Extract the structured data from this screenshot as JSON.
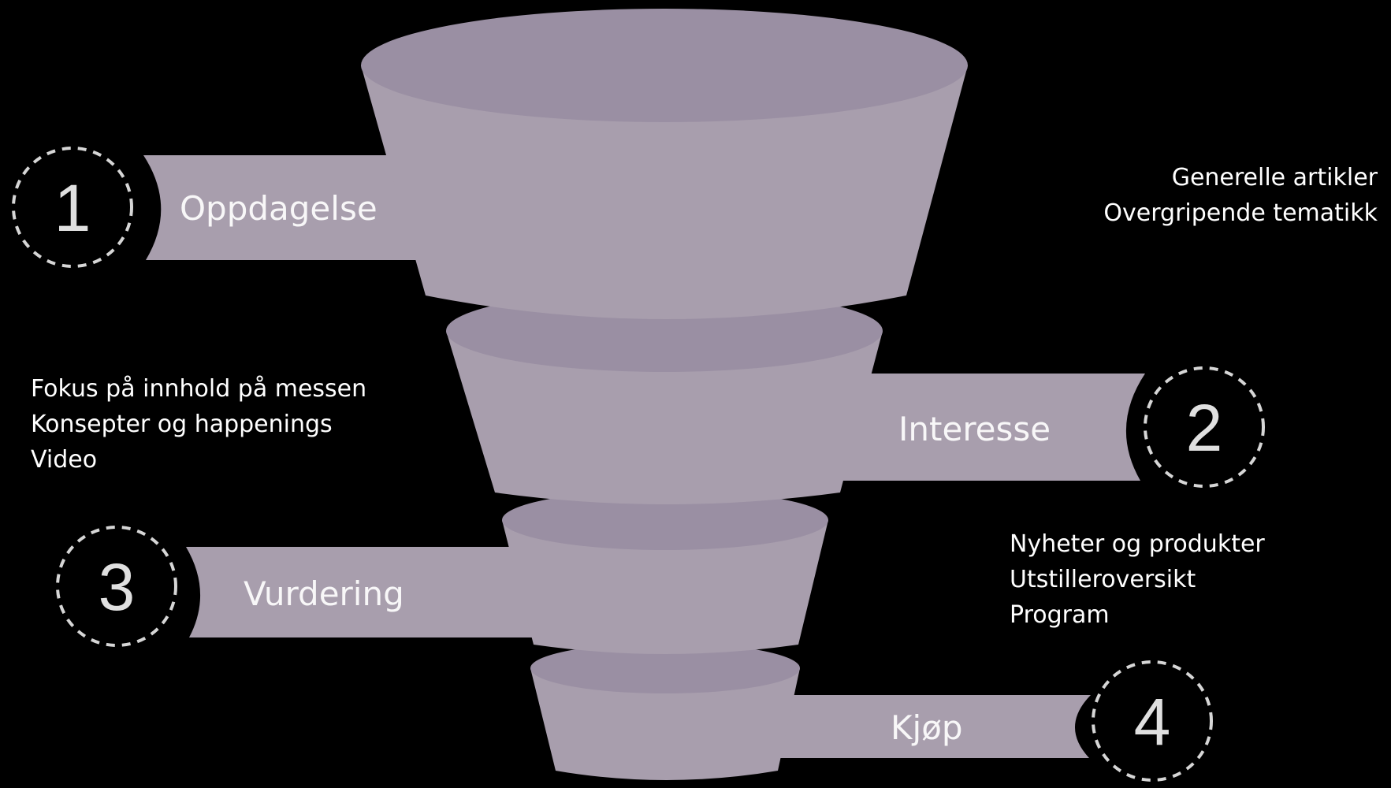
{
  "colors": {
    "background": "#000000",
    "funnel_fill": "#a89ead",
    "funnel_rim": "#9a8fa3",
    "text": "#ffffff",
    "badge_border": "#d6d6d6"
  },
  "stages": [
    {
      "number": "1",
      "label": "Oppdagelse",
      "description": [
        "Generelle artikler",
        "Overgripende tematikk"
      ]
    },
    {
      "number": "2",
      "label": "Interesse",
      "description": [
        "Fokus på innhold på messen",
        "Konsepter og happenings",
        "Video"
      ]
    },
    {
      "number": "3",
      "label": "Vurdering",
      "description": [
        "Nyheter og produkter",
        "Utstilleroversikt",
        "Program"
      ]
    },
    {
      "number": "4",
      "label": "Kjøp",
      "description": []
    }
  ]
}
